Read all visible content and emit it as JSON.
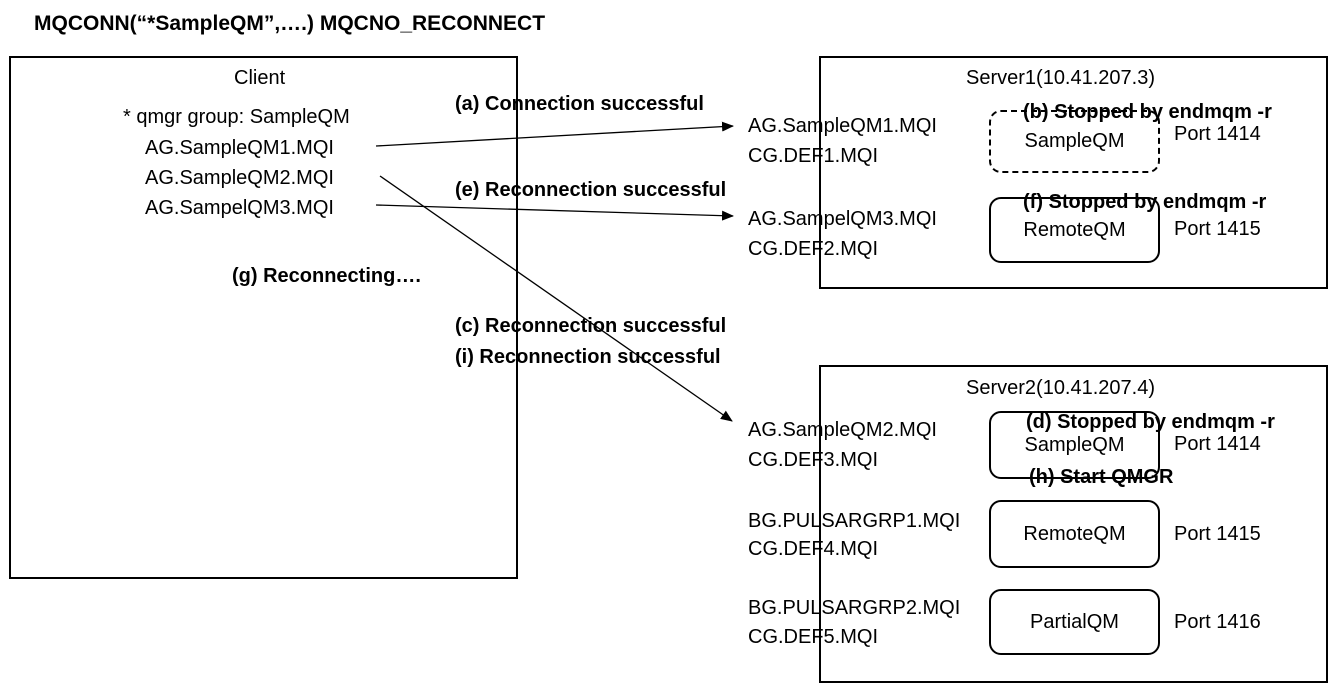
{
  "title": "MQCONN(“*SampleQM”,….) MQCNO_RECONNECT",
  "client": {
    "label": "Client",
    "group_line": "* qmgr group: SampleQM",
    "entries": [
      "AG.SampleQM1.MQI",
      "AG.SampleQM2.MQI",
      "AG.SampelQM3.MQI"
    ]
  },
  "server1": {
    "label": "Server1(10.41.207.3)",
    "rows": [
      {
        "ag": "AG.SampleQM1.MQI",
        "cg": "CG.DEF1.MQI",
        "qm": "SampleQM",
        "port": "Port 1414"
      },
      {
        "ag": "AG.SampelQM3.MQI",
        "cg": "CG.DEF2.MQI",
        "qm": "RemoteQM",
        "port": "Port 1415"
      }
    ]
  },
  "server2": {
    "label": "Server2(10.41.207.4)",
    "rows": [
      {
        "ag": "AG.SampleQM2.MQI",
        "cg": "CG.DEF3.MQI",
        "qm": "SampleQM",
        "port": "Port 1414"
      },
      {
        "ag": "BG.PULSARGRP1.MQI",
        "cg": "CG.DEF4.MQI",
        "qm": "RemoteQM",
        "port": "Port 1415"
      },
      {
        "ag": "BG.PULSARGRP2.MQI",
        "cg": "CG.DEF5.MQI",
        "qm": "PartialQM",
        "port": "Port 1416"
      }
    ]
  },
  "annotations": {
    "a": "(a) Connection successful",
    "b": "(b) Stopped by endmqm -r",
    "c": "(c) Reconnection successful",
    "d": "(d) Stopped by endmqm -r",
    "e": "(e) Reconnection successful",
    "f": "(f) Stopped by endmqm -r",
    "g": "(g) Reconnecting….",
    "h": "(h) Start QMGR",
    "i": "(i) Reconnection successful"
  }
}
